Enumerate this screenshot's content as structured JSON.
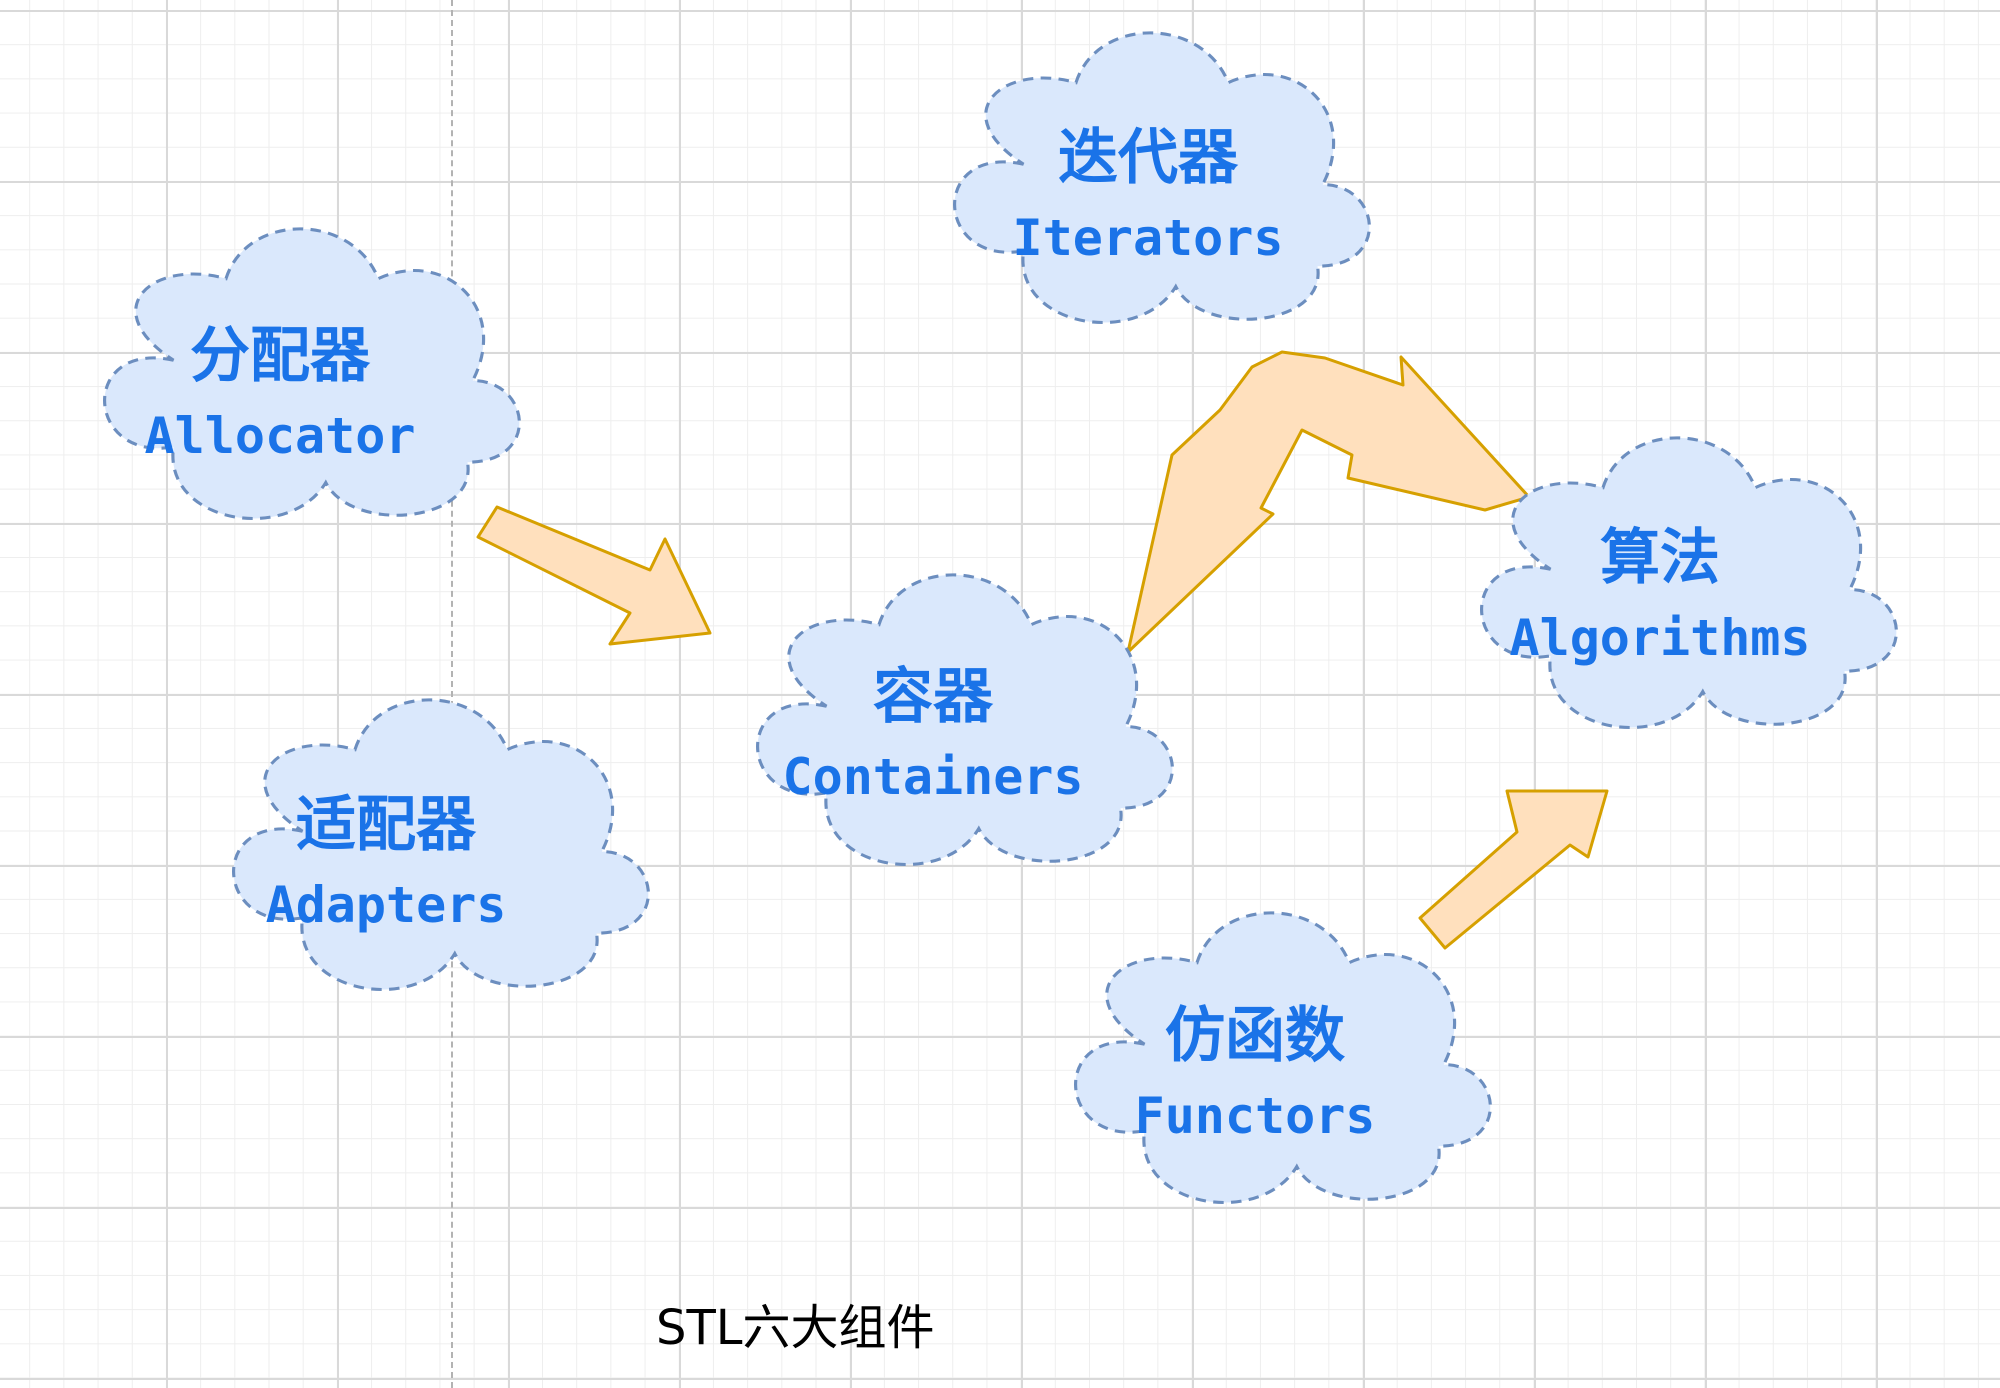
{
  "clouds": {
    "iterators": {
      "zh": "迭代器",
      "en": "Iterators"
    },
    "allocator": {
      "zh": "分配器",
      "en": "Allocator"
    },
    "containers": {
      "zh": "容器",
      "en": "Containers"
    },
    "algorithms": {
      "zh": "算法",
      "en": "Algorithms"
    },
    "adapters": {
      "zh": "适配器",
      "en": "Adapters"
    },
    "functors": {
      "zh": "仿函数",
      "en": "Functors"
    }
  },
  "caption": "STL六大组件",
  "colors": {
    "cloud_fill": "#dae8fc",
    "cloud_stroke": "#6c8ebf",
    "label_text": "#1a73e8",
    "arrow_fill": "#ffe0bd",
    "arrow_stroke": "#d6a000"
  }
}
